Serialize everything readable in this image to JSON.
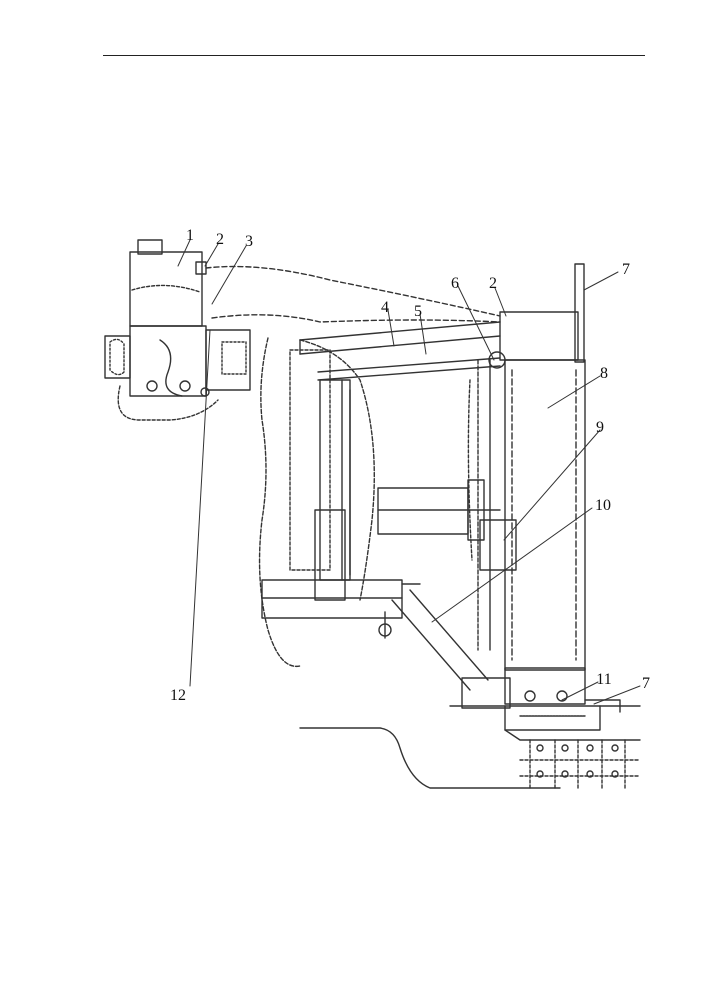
{
  "figure": {
    "callouts": [
      {
        "id": "c1",
        "label": "1"
      },
      {
        "id": "c2a",
        "label": "2"
      },
      {
        "id": "c3",
        "label": "3"
      },
      {
        "id": "c4",
        "label": "4"
      },
      {
        "id": "c5",
        "label": "5"
      },
      {
        "id": "c6",
        "label": "6"
      },
      {
        "id": "c2b",
        "label": "2"
      },
      {
        "id": "c7a",
        "label": "7"
      },
      {
        "id": "c8",
        "label": "8"
      },
      {
        "id": "c9",
        "label": "9"
      },
      {
        "id": "c10",
        "label": "10"
      },
      {
        "id": "c11",
        "label": "11"
      },
      {
        "id": "c7b",
        "label": "7"
      },
      {
        "id": "c12",
        "label": "12"
      }
    ]
  }
}
